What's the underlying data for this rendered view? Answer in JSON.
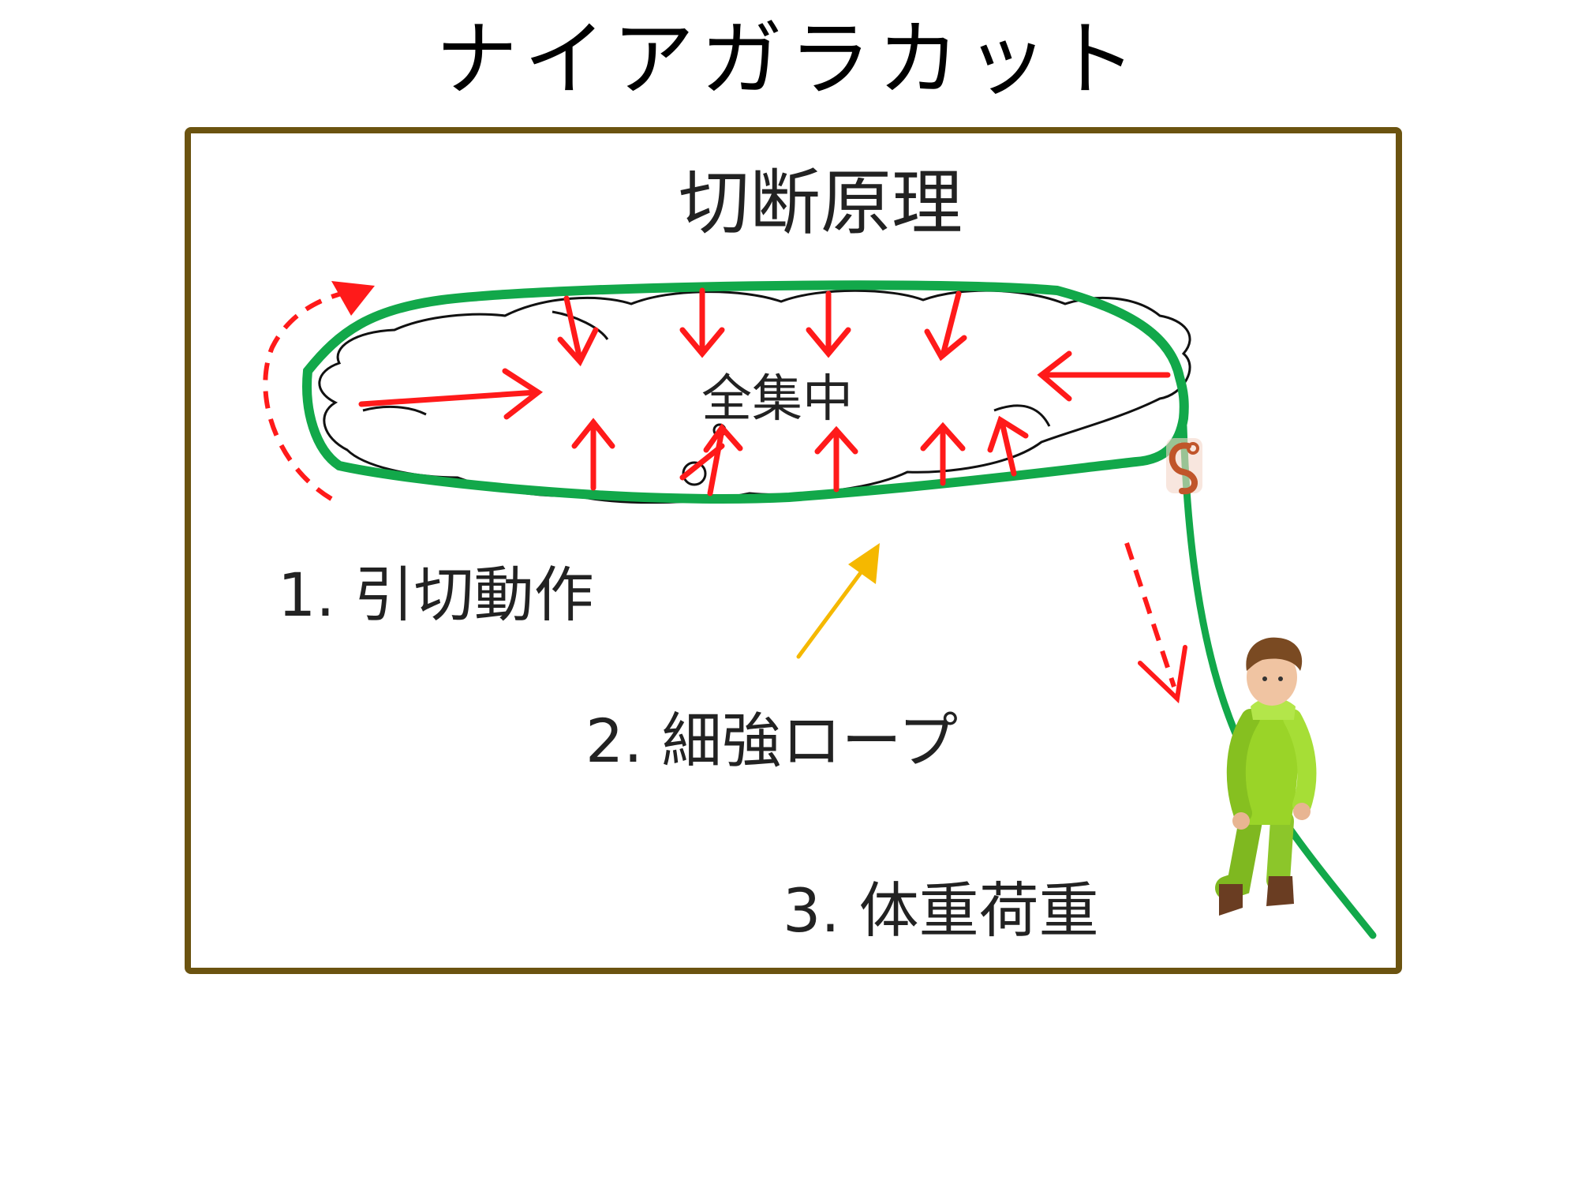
{
  "title": "ナイアガラカット",
  "panel": {
    "heading": "切断原理",
    "center_label": "全集中",
    "steps": [
      {
        "label": "1. 引切動作"
      },
      {
        "label": "2. 細強ロープ"
      },
      {
        "label": "3. 体重荷重"
      }
    ]
  },
  "colors": {
    "frame": "#6b5310",
    "rope": "#12a84a",
    "arrow": "#ff1a1a",
    "pointer": "#f5b800",
    "hook": "#c0552a",
    "person_suit": "#9ad428"
  },
  "icons": {
    "hook": "hook-icon",
    "person": "person-figure-icon"
  }
}
